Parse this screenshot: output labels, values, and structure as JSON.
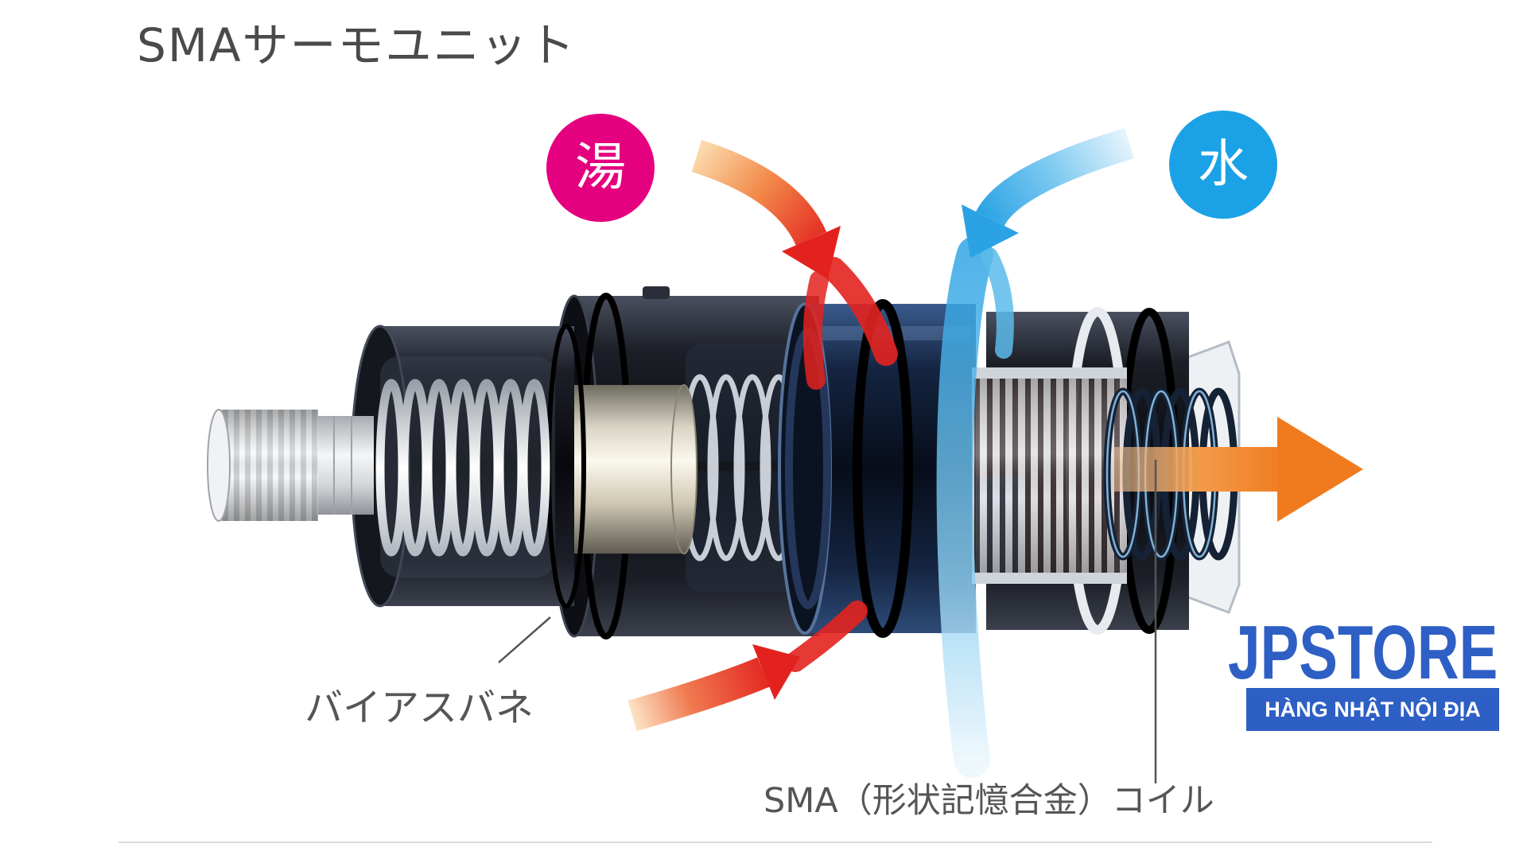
{
  "title": "SMAサーモユニット",
  "badges": {
    "hot": "湯",
    "cold": "水"
  },
  "callouts": {
    "bias_spring": "バイアスバネ",
    "sma_coil": "SMA（形状記憶合金）コイル"
  },
  "logo": {
    "brand": "JPSTORE",
    "tagline": "HÀNG NHẬT NỘI ĐỊA"
  },
  "colors": {
    "hot_badge": "#e4007f",
    "cold_badge": "#1ba2e6",
    "hot_flow": "#e3221f",
    "cold_flow": "#2aa2e4",
    "output_flow": "#ef7b1e",
    "brand": "#2e5fc4"
  }
}
